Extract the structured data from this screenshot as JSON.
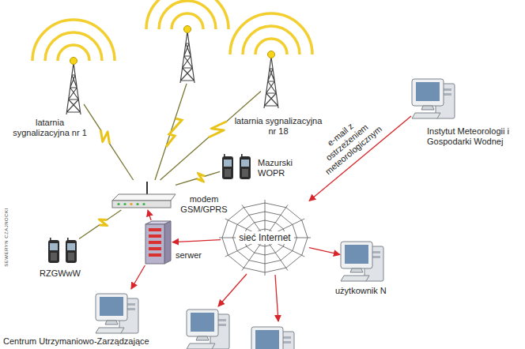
{
  "diagram": {
    "nodes": [
      {
        "text": [
          "latarnia sygnalizacyjna nr 1"
        ]
      },
      {
        "text": [
          "latarnia sygnalizacyjna nr 18"
        ]
      },
      {
        "text": [
          "Instytut Meteorologii i Gospodarki Wodnej"
        ]
      },
      {
        "text": [
          "Mazurski WOPR"
        ]
      },
      {
        "text": [
          "modem GSM/GPRS"
        ]
      },
      {
        "text": [
          "serwer"
        ]
      },
      {
        "text": [
          "sieć Internet"
        ]
      },
      {
        "text": [
          "RZGWwW"
        ]
      },
      {
        "text": [
          "użytkownik N"
        ]
      },
      {
        "text": [
          "Centrum Utrzymaniowo-Zarządzające"
        ]
      }
    ],
    "edges": [
      {
        "from": 0,
        "to": 4,
        "arrow": "none"
      },
      {
        "from": 1,
        "to": 4,
        "arrow": "none"
      },
      {
        "from": 3,
        "to": 4,
        "arrow": "none"
      },
      {
        "from": 4,
        "to": 7,
        "arrow": "none"
      },
      {
        "from": 5,
        "to": 4,
        "arrow": "to"
      },
      {
        "from": 6,
        "to": 5,
        "arrow": "to"
      },
      {
        "from": 2,
        "to": 6,
        "label": "e-mail z ostrzeżeniem meteorologicznym",
        "arrow": "to"
      },
      {
        "from": 5,
        "to": 9,
        "arrow": "to"
      },
      {
        "from": 6,
        "to": 8,
        "arrow": "to"
      }
    ],
    "labels": [
      "SEWERYN CZAJNOCKI"
    ]
  }
}
